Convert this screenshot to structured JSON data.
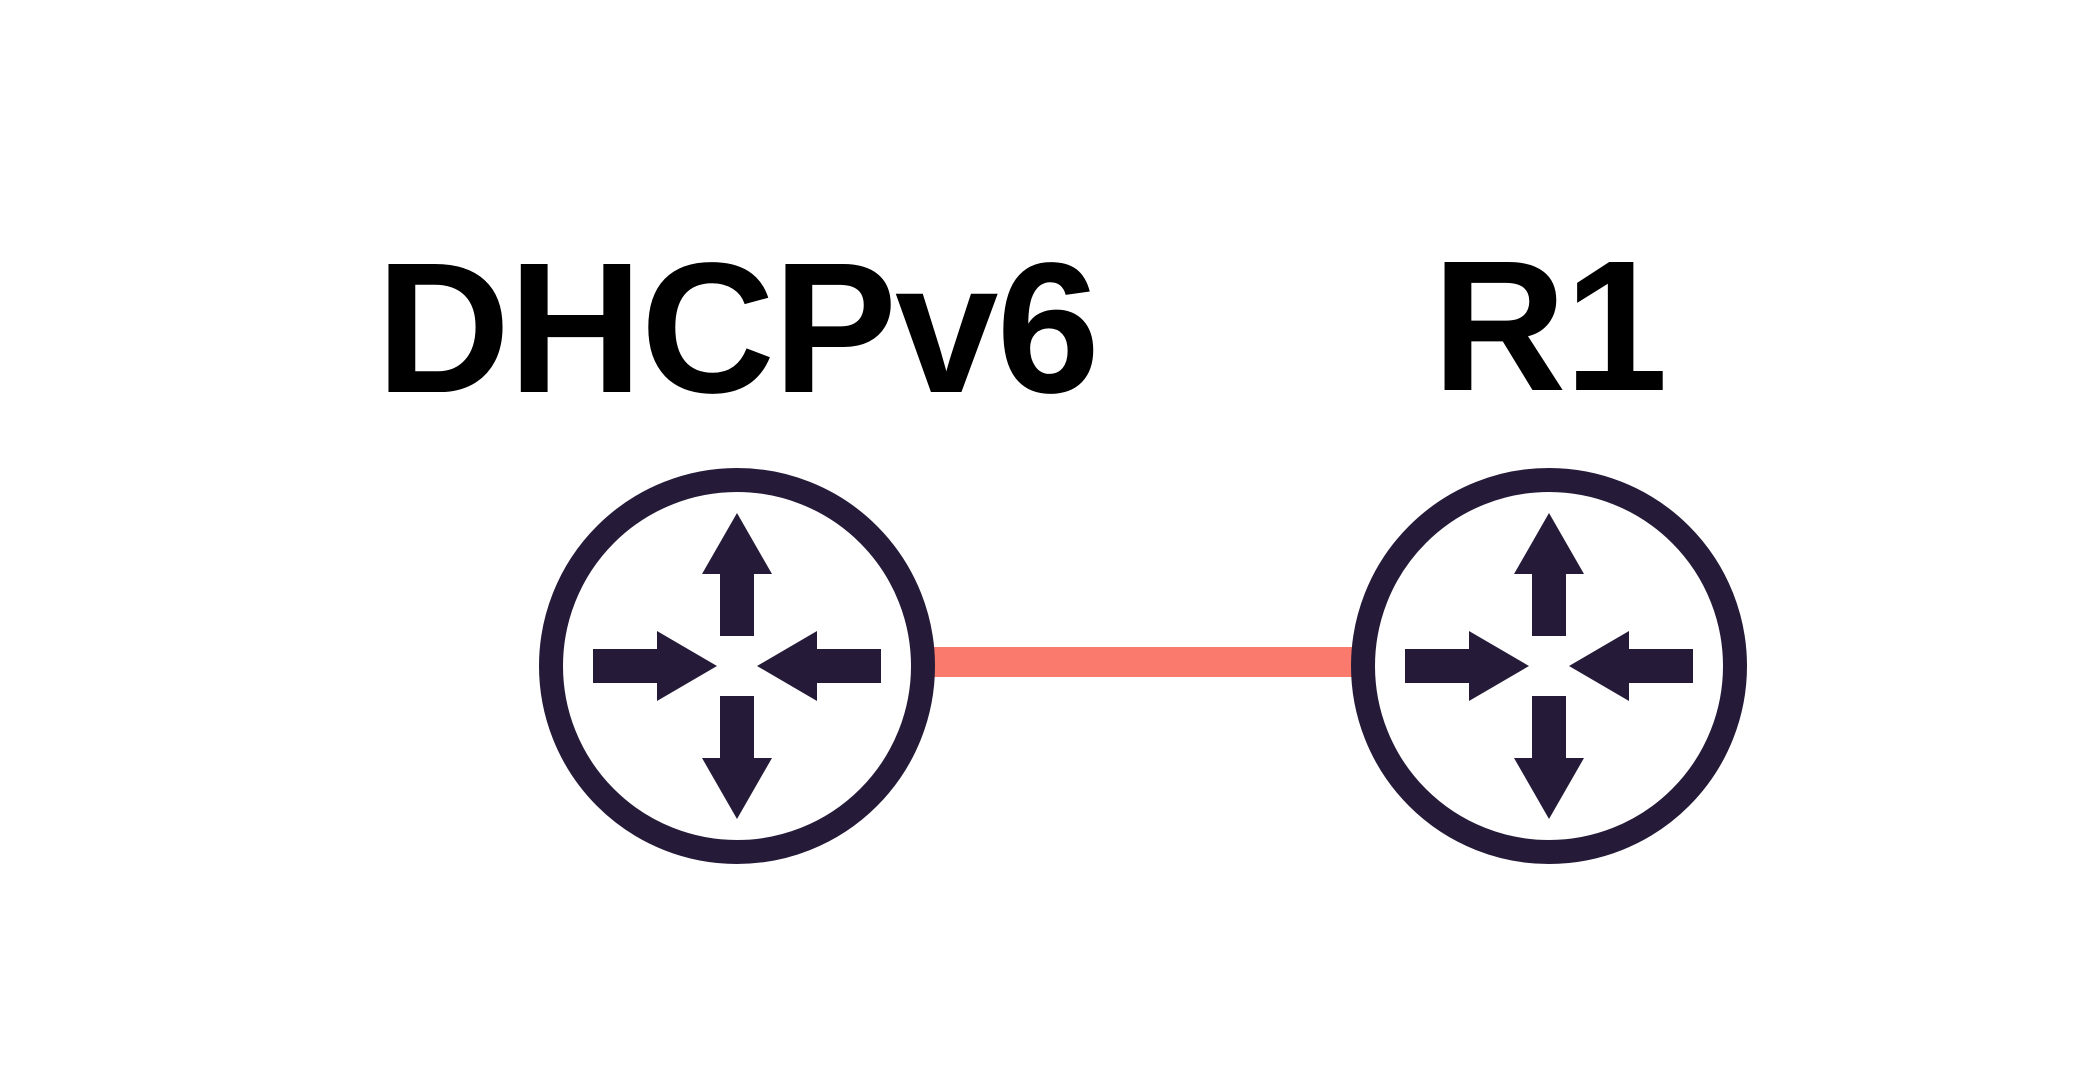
{
  "colors": {
    "background": "#ffffff",
    "router_outline": "#251b38",
    "router_fill": "#ffffff",
    "link": "#fa7a6e",
    "label": "#000000"
  },
  "nodes": [
    {
      "label": "DHCPv6",
      "icon": "router-icon"
    },
    {
      "label": "R1",
      "icon": "router-icon"
    }
  ],
  "links": [
    {
      "from": "DHCPv6",
      "to": "R1"
    }
  ]
}
